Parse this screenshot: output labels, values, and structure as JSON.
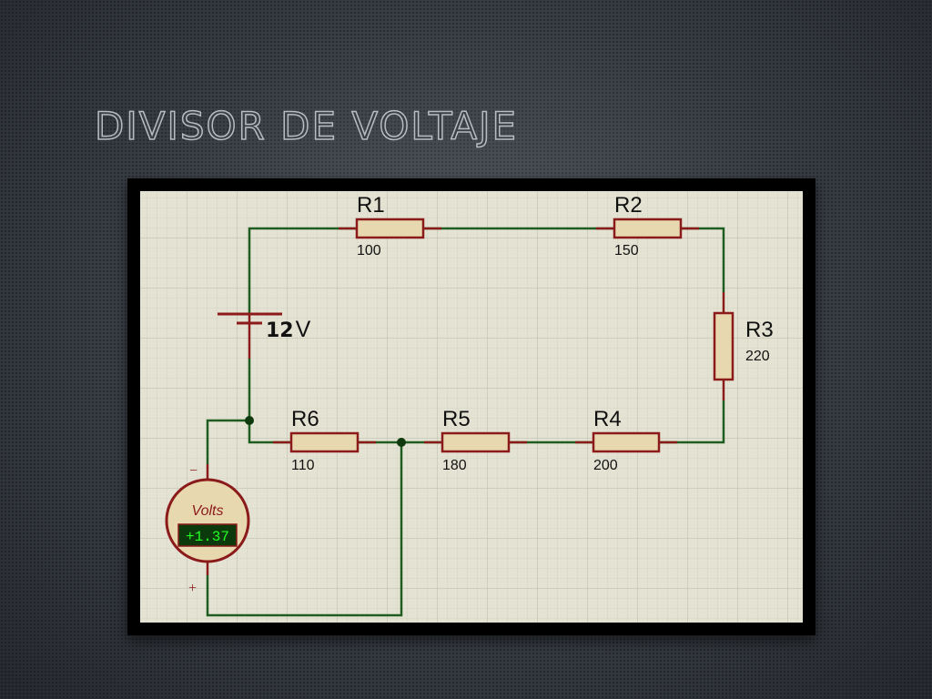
{
  "slide": {
    "title": "DIVISOR DE VOLTAJE"
  },
  "schematic": {
    "colors": {
      "wire": "#1f5c1f",
      "resistor_outline": "#8b1a1a",
      "resistor_fill": "#e8d8b0",
      "grid_background": "#e4e3d3",
      "meter_display": "#22ff22"
    },
    "battery": {
      "value_number": "12",
      "value_unit": "V"
    },
    "resistors": [
      {
        "name": "R1",
        "value": "100"
      },
      {
        "name": "R2",
        "value": "150"
      },
      {
        "name": "R3",
        "value": "220"
      },
      {
        "name": "R4",
        "value": "200"
      },
      {
        "name": "R5",
        "value": "180"
      },
      {
        "name": "R6",
        "value": "110"
      }
    ],
    "voltmeter": {
      "title": "Volts",
      "reading": "+1.37",
      "minus_label": "−",
      "plus_label": "+"
    }
  }
}
